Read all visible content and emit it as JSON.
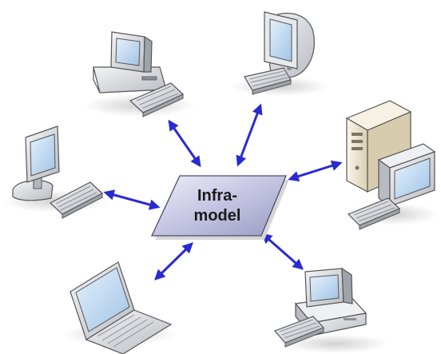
{
  "hub": {
    "label_line1": "Infra-",
    "label_line2": "model"
  },
  "nodes": [
    {
      "id": "tower-workstation-top-left",
      "icon": "desktop-tower-icon"
    },
    {
      "id": "crt-workstation-top-right",
      "icon": "crt-monitor-icon"
    },
    {
      "id": "flatpanel-workstation-left",
      "icon": "flat-monitor-icon"
    },
    {
      "id": "server-workstation-right",
      "icon": "server-tower-icon"
    },
    {
      "id": "laptop-bottom-left",
      "icon": "laptop-icon"
    },
    {
      "id": "printer-workstation-bottom-right",
      "icon": "desktop-computer-icon"
    }
  ],
  "colors": {
    "hub_fill_light": "#e8e8f6",
    "hub_fill_dark": "#9c9cc6",
    "arrow": "#2a2ad2",
    "device_beige": "#ece6d3",
    "device_grey": "#cfd2d8",
    "screen_blue": "#b9d6f2"
  }
}
